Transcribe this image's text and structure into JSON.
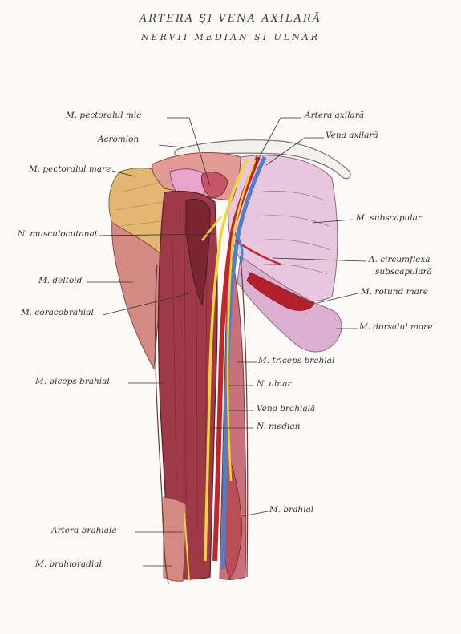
{
  "title": {
    "line1": "ARTERA ȘI VENA AXILARĂ",
    "line2": "NERVII MEDIAN ȘI ULNAR"
  },
  "labels_left": {
    "pectoral_mic": "M. pectoralul mic",
    "acromion": "Acromion",
    "pectoral_mare": "M. pectoralul mare",
    "musculocutanat": "N. musculocutanat",
    "deltoid": "M. deltoid",
    "coracobrahial": "M. coracobrahial",
    "biceps": "M. biceps brahial",
    "artera_brahiala": "Artera brahială",
    "brahioradial": "M. brahioradial"
  },
  "labels_right": {
    "artera_axilara": "Artera axilară",
    "vena_axilara": "Vena axilară",
    "subscapular": "M. subscapular",
    "circumflexa_1": "A. circumflexă",
    "circumflexa_2": "subscapulară",
    "rotund_mare": "M. rotund mare",
    "dorsal_mare": "M. dorsalul mare",
    "triceps": "M. triceps brahial",
    "ulnar": "N. ulnar",
    "vena_brahiala": "Vena brahială",
    "median": "N. median",
    "brahial": "M. brahial"
  },
  "colors": {
    "artery": "#c0272d",
    "vein": "#4f7fc7",
    "nerve": "#f0d43a",
    "muscle_dark": "#8a2c3a",
    "muscle_light": "#d98a84",
    "scapula": "#e7c4dc",
    "orange_muscle": "#e2b773"
  }
}
